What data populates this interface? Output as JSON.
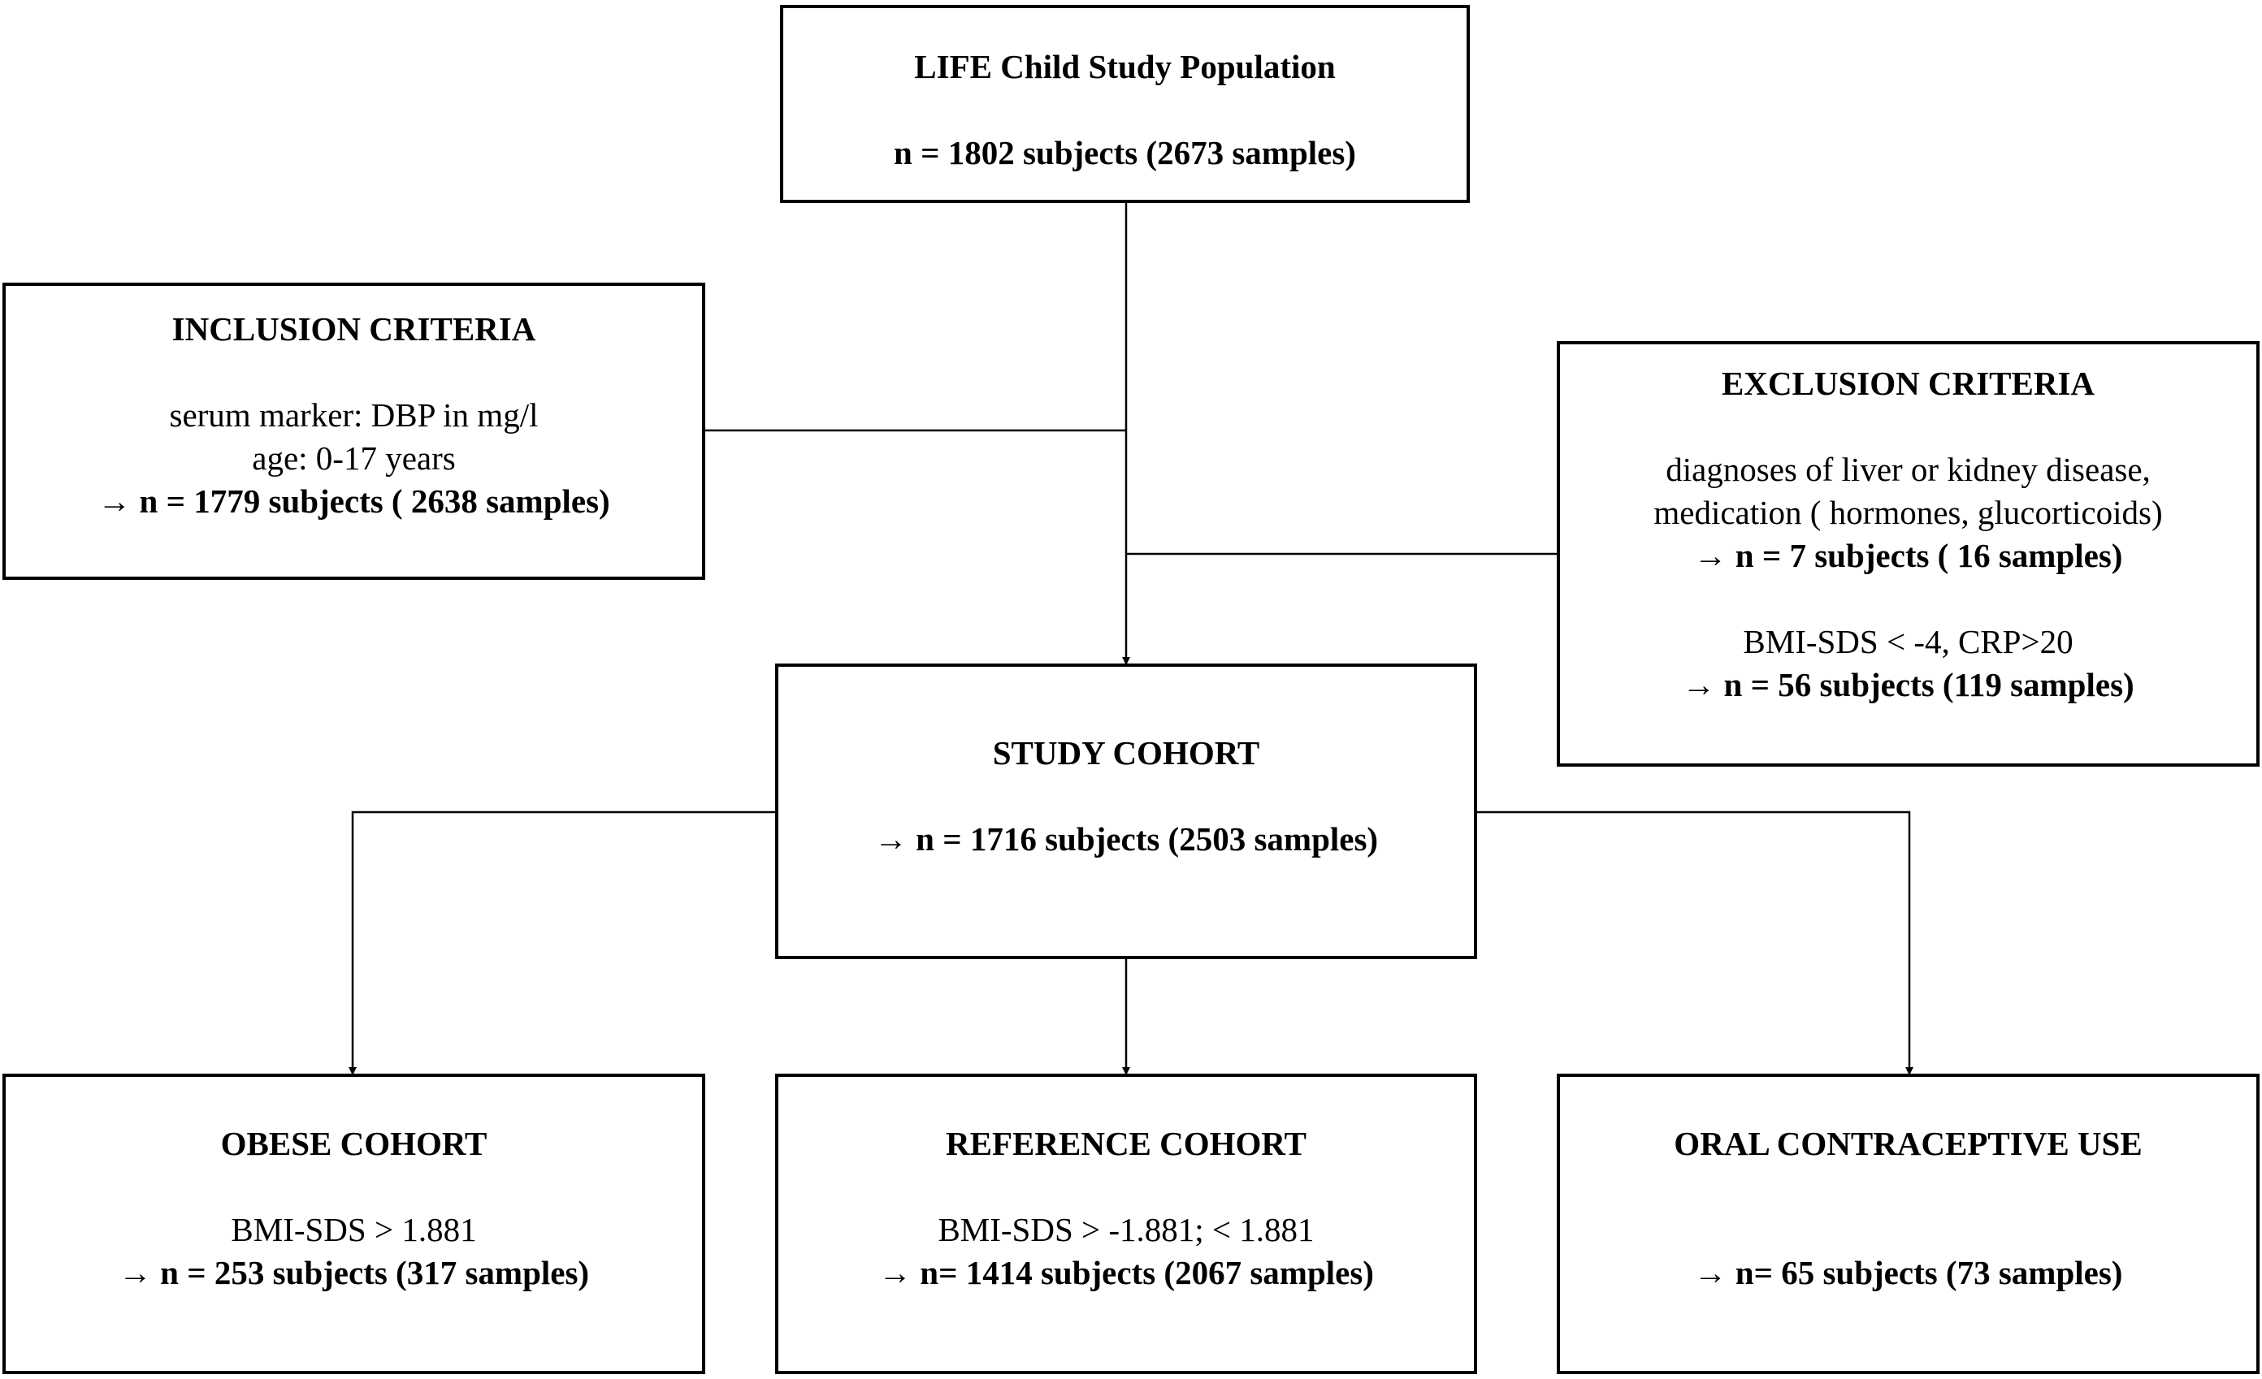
{
  "population": {
    "title": "LIFE Child Study Population",
    "count": "n = 1802 subjects (2673 samples)"
  },
  "inclusion": {
    "title": "INCLUSION CRITERIA",
    "criteria": [
      "serum marker: DBP in mg/l",
      "age: 0-17 years"
    ],
    "result": "→ n = 1779 subjects ( 2638 samples)"
  },
  "exclusion": {
    "title": "EXCLUSION CRITERIA",
    "criteria_1": [
      "diagnoses of liver or kidney disease,",
      "medication ( hormones, glucorticoids)"
    ],
    "result_1": "→ n = 7 subjects ( 16 samples)",
    "criteria_2": "BMI-SDS < -4, CRP>20",
    "result_2": "→ n = 56 subjects (119 samples)"
  },
  "study": {
    "title": "STUDY COHORT",
    "result": "→ n = 1716 subjects (2503 samples)"
  },
  "obese": {
    "title": "OBESE COHORT",
    "criteria": "BMI-SDS > 1.881",
    "result": "→ n = 253 subjects (317 samples)"
  },
  "reference": {
    "title": "REFERENCE COHORT",
    "criteria": "BMI-SDS > -1.881; < 1.881",
    "result": "→ n= 1414 subjects (2067 samples)"
  },
  "oral": {
    "title": "ORAL CONTRACEPTIVE USE",
    "result": "→ n= 65 subjects (73 samples)"
  }
}
